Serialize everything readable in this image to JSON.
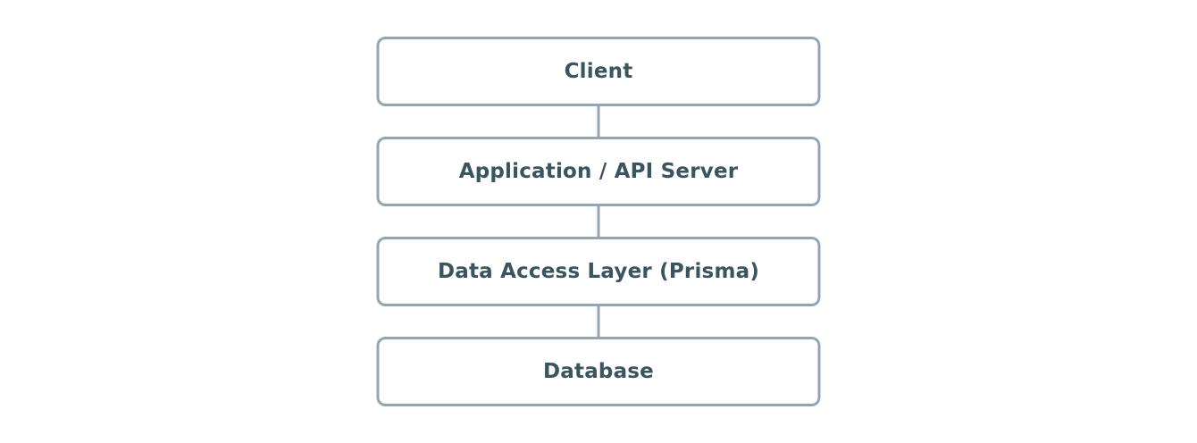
{
  "diagram": {
    "type": "flowchart-vertical",
    "nodes": [
      {
        "id": "client",
        "label": "Client"
      },
      {
        "id": "app-api-server",
        "label": "Application / API Server"
      },
      {
        "id": "data-access-layer",
        "label": "Data Access Layer (Prisma)"
      },
      {
        "id": "database",
        "label": "Database"
      }
    ],
    "edges": [
      {
        "from": "client",
        "to": "app-api-server"
      },
      {
        "from": "app-api-server",
        "to": "data-access-layer"
      },
      {
        "from": "data-access-layer",
        "to": "database"
      }
    ],
    "colors": {
      "node_border": "#94a6b2",
      "node_fill": "#ffffff",
      "text": "#3a5560",
      "connector": "#94a6b2",
      "background": "#ffffff"
    }
  }
}
